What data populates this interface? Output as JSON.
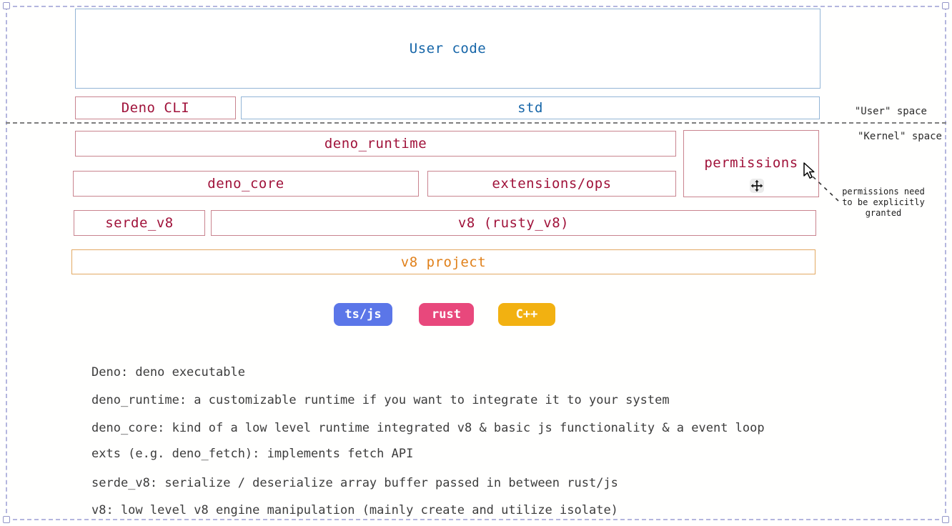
{
  "diagram": {
    "title_context": "Deno architecture layers",
    "space_labels": {
      "user": "\"User\" space",
      "kernel": "\"Kernel\" space"
    },
    "boxes": {
      "user_code": {
        "label": "User code",
        "color_role": "ts/js"
      },
      "deno_cli": {
        "label": "Deno CLI",
        "color_role": "rust"
      },
      "std": {
        "label": "std",
        "color_role": "ts/js"
      },
      "deno_runtime": {
        "label": "deno_runtime",
        "color_role": "rust"
      },
      "permissions": {
        "label": "permissions",
        "color_role": "rust"
      },
      "deno_core": {
        "label": "deno_core",
        "color_role": "rust"
      },
      "extensions_ops": {
        "label": "extensions/ops",
        "color_role": "rust"
      },
      "serde_v8": {
        "label": "serde_v8",
        "color_role": "rust"
      },
      "v8_rusty": {
        "label": "v8 (rusty_v8)",
        "color_role": "rust"
      },
      "v8_project": {
        "label": "v8 project",
        "color_role": "c++"
      }
    },
    "legend_badges": [
      {
        "label": "ts/js",
        "color": "#5b76e8"
      },
      {
        "label": "rust",
        "color": "#e8487c"
      },
      {
        "label": "C++",
        "color": "#f2b111"
      }
    ],
    "annotation": {
      "lines": [
        "permissions need",
        "to be explicitly",
        "granted"
      ]
    },
    "notes": {
      "lines": [
        "Deno: deno executable",
        "deno_runtime: a customizable runtime if you want to integrate it to your system",
        "deno_core: kind of a low level runtime integrated v8 & basic js functionality & a event loop",
        "exts (e.g. deno_fetch): implements fetch API",
        "serde_v8: serialize / deserialize array buffer passed in between rust/js",
        "v8: low level v8 engine manipulation (mainly create and utilize isolate)"
      ]
    },
    "icons": {
      "pointer": "mouse-cursor-icon",
      "move": "move-cursor-icon"
    },
    "colors": {
      "blue_text": "#1565a8",
      "blue_border": "#93b5d6",
      "red_text": "#a0123a",
      "red_border": "#c9848f",
      "orange_text": "#e0801a",
      "orange_border": "#e2a963",
      "frame_dash": "#b4b6de",
      "divider_dash": "#7e7e7e",
      "note_text": "#3c3c3c"
    }
  }
}
